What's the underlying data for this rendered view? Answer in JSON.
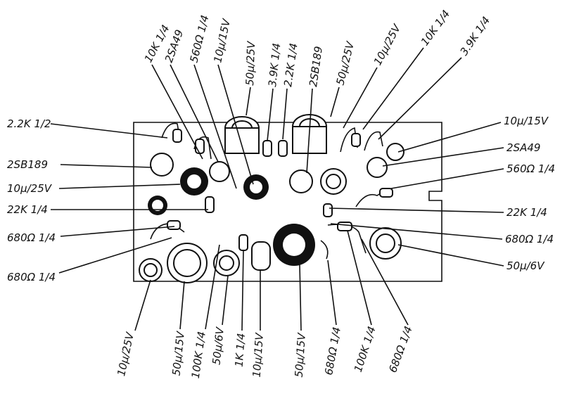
{
  "figure": {
    "top_labels": [
      "10K 1/4",
      "2SA49",
      "560Ω 1/4",
      "10μ/15V",
      "50μ/25V",
      "3.9K 1/4",
      "2.2K 1/4",
      "2SB189",
      "50μ/25V",
      "10μ/25V",
      "10K 1/4",
      "3.9K 1/4"
    ],
    "left_labels": [
      "2.2K 1/2",
      "2SB189",
      "10μ/25V",
      "22K 1/4",
      "680Ω 1/4",
      "680Ω 1/4"
    ],
    "right_labels": [
      "10μ/15V",
      "2SA49",
      "560Ω 1/4",
      "22K 1/4",
      "680Ω 1/4",
      "50μ/6V"
    ],
    "bottom_labels": [
      "10μ/25V",
      "50μ/15V",
      "100K 1/4",
      "50μ/6V",
      "1K 1/4",
      "10μ/15V",
      "50μ/15V",
      "680Ω 1/4",
      "100K 1/4",
      "680Ω 1/4"
    ]
  }
}
